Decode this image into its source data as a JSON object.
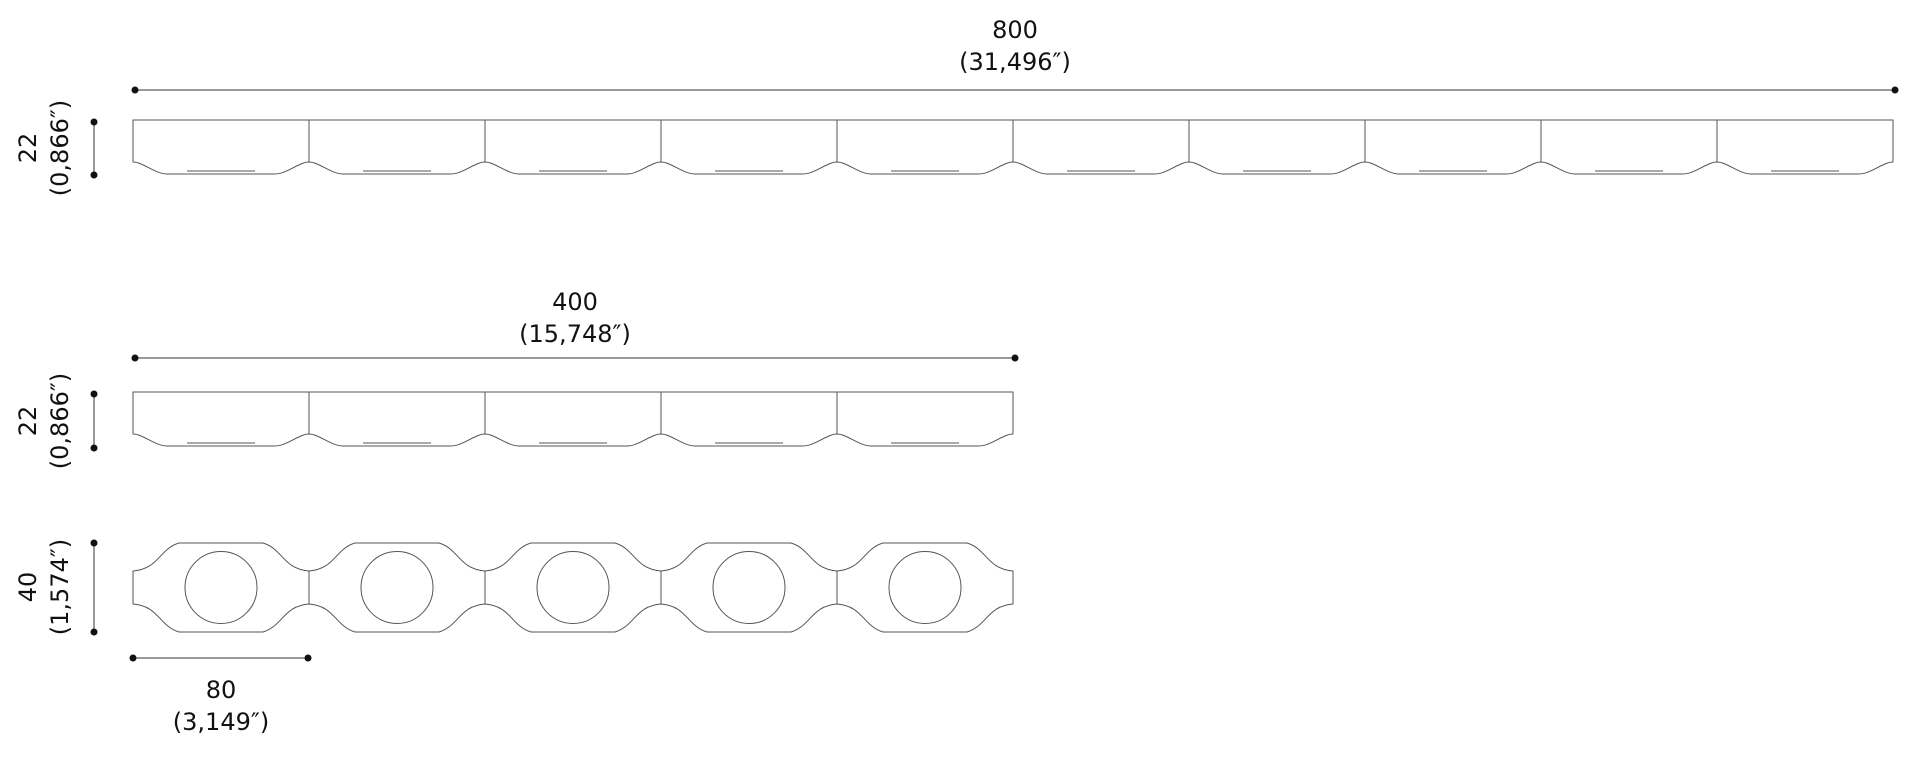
{
  "drawing": {
    "top_view": {
      "modules": 10,
      "length_label": {
        "value": "800",
        "inches": "(31,496″)"
      },
      "height_label": {
        "value": "22",
        "inches": "(0,866″)"
      }
    },
    "middle_view": {
      "modules": 5,
      "length_label": {
        "value": "400",
        "inches": "(15,748″)"
      },
      "height_label": {
        "value": "22",
        "inches": "(0,866″)"
      }
    },
    "plan_view": {
      "modules": 5,
      "depth_label": {
        "value": "40",
        "inches": "(1,574″)"
      },
      "module_width_label": {
        "value": "80",
        "inches": "(3,149″)"
      }
    },
    "colors": {
      "line": "#555555",
      "dimension": "#333333",
      "text": "#111111"
    }
  }
}
